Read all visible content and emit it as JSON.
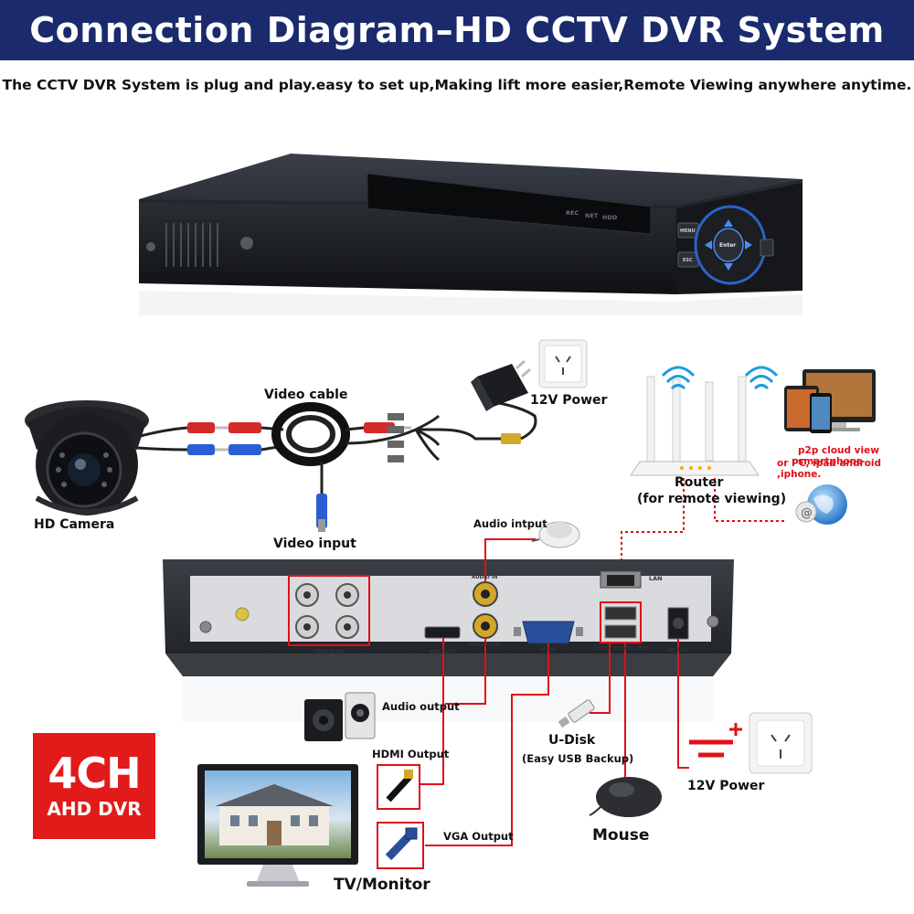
{
  "header": {
    "title": "Connection Diagram–HD CCTV DVR System",
    "subtitle": "The CCTV DVR System is plug and play.easy to set up,Making lift more easier,Remote Viewing anywhere anytime."
  },
  "labels": {
    "video_cable": "Video cable",
    "power_top": "12V Power",
    "hd_camera": "HD Camera",
    "video_input": "Video input",
    "router": "Router",
    "router_note": "(for remote viewing)",
    "cloud_line1": "p2p cloud  view smartphone",
    "cloud_line2": "or PC, ipad android ,iphone.",
    "audio_input": "Audio intput",
    "audio_output": "Audio output",
    "hdmi_output": "HDMI Output",
    "vga_output": "VGA Output",
    "udisk": "U-Disk",
    "udisk_note": "(Easy USB Backup)",
    "mouse": "Mouse",
    "power_bottom": "12V Power",
    "tv_monitor": "TV/Monitor"
  },
  "panel": {
    "video_in": "VIDEO IN",
    "hd_out": "HD-OUT",
    "audio_in": "AUDIO IN",
    "audio_out": "AUDIO OUT",
    "vga": "VGA",
    "usb": "USB1 / USB2(BACKUP)",
    "dc12v": "DC12V",
    "lan": "LAN"
  },
  "front_panel": {
    "led1": "REC",
    "led2": "NET",
    "led3": "HDD",
    "enter": "Enter",
    "menu": "MENU",
    "esc": "ESC"
  },
  "badge": {
    "channels": "4CH",
    "type": "AHD DVR"
  },
  "colors": {
    "header_bg": "#1a2a6c",
    "cable_red": "#e0101a",
    "badge_red": "#e21a1a"
  }
}
